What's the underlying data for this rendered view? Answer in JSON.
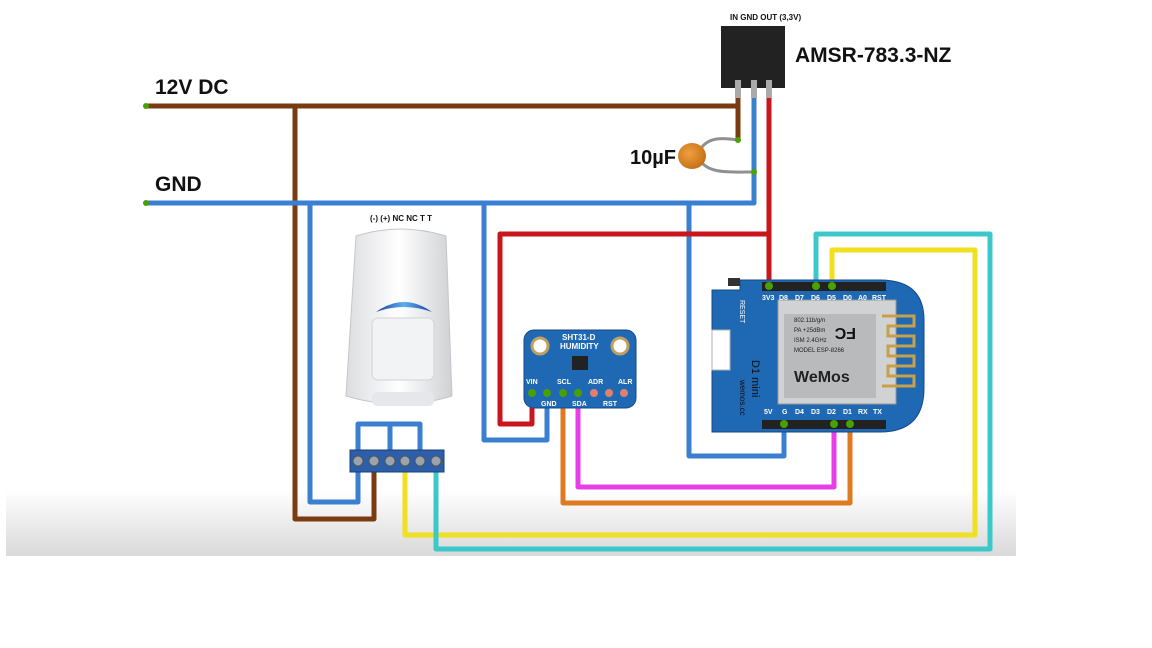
{
  "labels": {
    "supply": "12V DC",
    "ground": "GND",
    "regulator_pins": "IN GND OUT (3,3V)",
    "regulator_part": "AMSR-783.3-NZ",
    "capacitor": "10µF",
    "pir_terminals": "(-) (+) NC NC T T"
  },
  "sensor": {
    "name": "SHT31-D",
    "subtitle": "HUMIDITY",
    "pins": [
      "VIN",
      "GND",
      "SCL",
      "SDA",
      "ADR",
      "ALR",
      "RST"
    ]
  },
  "mcu": {
    "name": "D1 mini",
    "site": "wemos.cc",
    "reset": "RESET",
    "top_pins": [
      "3V3",
      "D8",
      "D7",
      "D6",
      "D5",
      "D0",
      "A0",
      "RST"
    ],
    "bottom_pins": [
      "5V",
      "G",
      "D4",
      "D3",
      "D2",
      "D1",
      "RX",
      "TX"
    ],
    "module": {
      "fc": "FC",
      "line1": "802.11b/g/n",
      "line2": "PA +25dBm",
      "line3": "ISM 2.4GHz",
      "line4": "MODEL ESP-8266",
      "brand": "WeMos"
    }
  },
  "colors": {
    "brown_wire": "#7a3b12",
    "blue_wire": "#3a7fd0",
    "red_wire": "#c8161c",
    "yellow_wire": "#f0e020",
    "cyan_wire": "#3cc8c8",
    "orange_wire": "#e07a20",
    "magenta_wire": "#e83ee8",
    "board_blue": "#1f68b3"
  }
}
